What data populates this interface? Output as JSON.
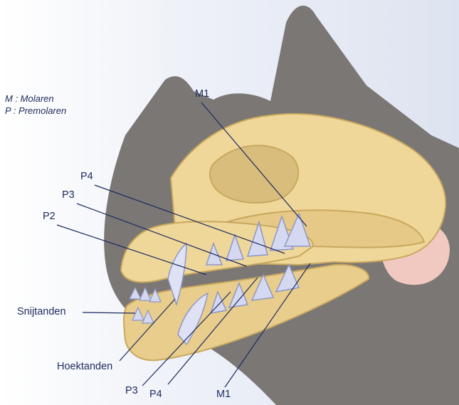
{
  "legend": {
    "line1": "M : Molaren",
    "line2": "P : Premolaren"
  },
  "labels": {
    "m1_top": "M1",
    "p4_top": "P4",
    "p3_top": "P3",
    "p2": "P2",
    "incisors": "Snijtanden",
    "canines": "Hoektanden",
    "p3_bottom": "P3",
    "p4_bottom": "P4",
    "m1_bottom": "M1"
  },
  "colors": {
    "silhouette": "#7a7775",
    "bone": "#efd79a",
    "bone_shadow": "#c9a85e",
    "teeth": "#d4d8f0",
    "teeth_shadow": "#8f96c4",
    "leader_line": "#1b2a5e",
    "ear": "#f2c9c0"
  }
}
